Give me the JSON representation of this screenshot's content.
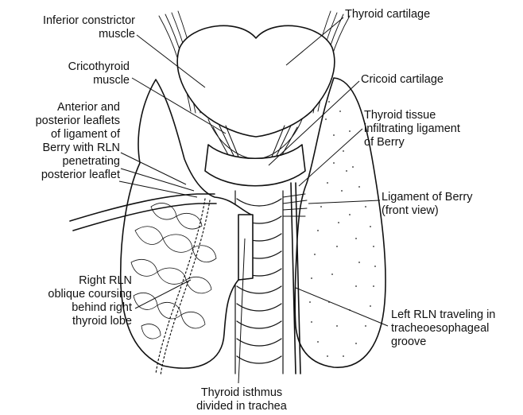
{
  "labels": {
    "inferior_constrictor": "Inferior constrictor\nmuscle",
    "cricothyroid": "Cricothyroid\nmuscle",
    "ligament_leaflets": "Anterior and\nposterior leaflets\nof ligament of\nBerry with RLN\npenetrating\nposterior leaflet",
    "right_rln": "Right RLN\noblique coursing\nbehind right\nthyroid lobe",
    "thyroid_cartilage": "Thyroid cartilage",
    "cricoid_cartilage": "Cricoid cartilage",
    "thyroid_tissue": "Thyroid tissue\ninfiltrating ligament\nof Berry",
    "ligament_front": "Ligament of Berry\n(front view)",
    "left_rln": "Left RLN traveling in\ntracheoesophageal\ngroove",
    "isthmus": "Thyroid isthmus\ndivided in trachea"
  },
  "colors": {
    "ink": "#111111",
    "background": "#ffffff"
  }
}
